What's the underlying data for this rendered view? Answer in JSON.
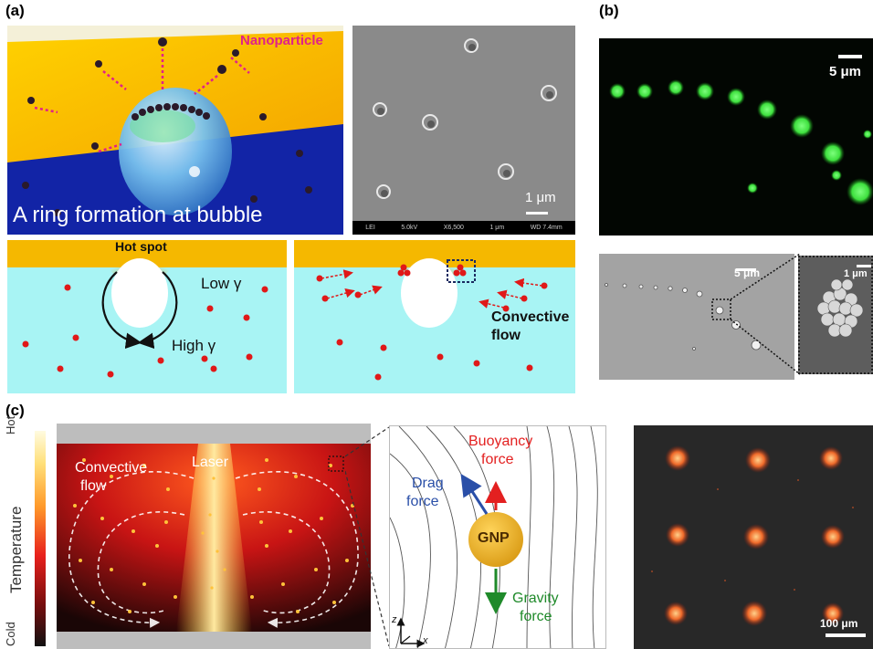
{
  "panels": {
    "a": "(a)",
    "b": "(b)",
    "c": "(c)"
  },
  "a_top_left": {
    "nanoparticle_label": "Nanoparticle",
    "caption": "A ring formation at bubble"
  },
  "a_top_right": {
    "scale": "1 μm",
    "footer": [
      "LEI",
      "5.0kV",
      "X6,500",
      "1 μm",
      "WD 7.4mm"
    ]
  },
  "a_bottom_left": {
    "hot_spot": "Hot spot",
    "low_gamma": "Low γ",
    "high_gamma": "High γ"
  },
  "a_bottom_right": {
    "convective_1": "Convective",
    "convective_2": "flow"
  },
  "b_top": {
    "scale": "5 μm"
  },
  "b_bottom": {
    "scale_left": "5 μm",
    "scale_right": "1 μm"
  },
  "c_left": {
    "colorbar_hot": "Hot",
    "colorbar_title": "Temperature",
    "colorbar_cold": "Cold",
    "convective_1": "Convective",
    "convective_2": "flow",
    "laser": "Laser"
  },
  "c_middle": {
    "buoyancy_1": "Buoyancy",
    "buoyancy_2": "force",
    "drag_1": "Drag",
    "drag_2": "force",
    "gnp": "GNP",
    "gravity_1": "Gravity",
    "gravity_2": "force",
    "axis_z": "z",
    "axis_x": "x"
  },
  "c_right": {
    "scale": "100 μm"
  },
  "colors": {
    "nanoparticle_magenta": "#e0218a",
    "water_cyan": "#a8f4f4",
    "gold_layer": "#f5b800",
    "fluor_green": "#3fe03f",
    "buoyancy_red": "#e32020",
    "drag_blue": "#2a4fa8",
    "gravity_green": "#1f8a2a",
    "gnp_gold": "#eab52a"
  }
}
